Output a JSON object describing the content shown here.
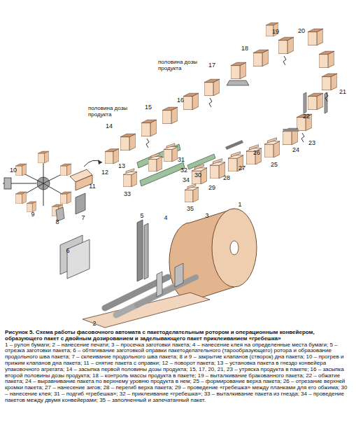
{
  "diagram": {
    "caption": "Рисунок 5. Схема работы фасовочного автомата с пакетоделательным ротором и операционным конвейером, образующего пакет с двойным дозированием и заделывающего пакет приклеиванием «гребешка»",
    "labels": [
      "1",
      "2",
      "3",
      "4",
      "5",
      "6",
      "7",
      "8",
      "9",
      "10",
      "11",
      "12",
      "13",
      "14",
      "15",
      "16",
      "17",
      "18",
      "19",
      "20",
      "21",
      "22",
      "23",
      "24",
      "25",
      "26",
      "27",
      "28",
      "29",
      "30",
      "31",
      "32",
      "33",
      "34",
      "35",
      "половина дозы продукта",
      "половина дозы продукта",
      "1 – рулон бумаги; 2 – нанесение печати; 3 – просечка заготовки пакета; 4 – нанесение клея на определенные места бумаги; 5 – отрезка заготовки пакета; 6 – обтягивание заготовкой оправки пакетоделательного (тарообразующего) ротора и образование продольного шва пакета; 7 – склеивание продольного шва пакета; 8 и 9 – закрытие клапанов (створок) дна пакета; 10 – прогрев и прижим клапанов дна пакета; 11 – снятие пакета с оправки; 12 – поворот пакета; 13 – установка пакета в гнездо конвейера упаковочного агрегата; 14 – засыпка первой половины дозы продукта; 15, 17, 20, 21, 23 – утряска продукта в пакете; 16 – засыпка второй половины дозы продукта; 18 – контроль массы продукта в пакете; 19 – выталкивание бракованного пакета; 22 – обжатие пакета; 24 – выравнивание пакета по верхнему уровню продукта в нем; 25 – формирование верха пакета; 26 – отрезание верхней кромки пакета; 27 – нанесение зигов; 28 – перегиб верха пакета; 29 – проведение «гребешка» между планками для его обжима; 30 – нанесение клея; 31 – подгиб «гребешка»; 32 – приклеивание «гребешка»; 33 – выталкивание пакета из гнезда; 34 – проведение пакетов между двумя конвейерами; 35 – заполненный и запечатанный пакет."
    ]
  }
}
